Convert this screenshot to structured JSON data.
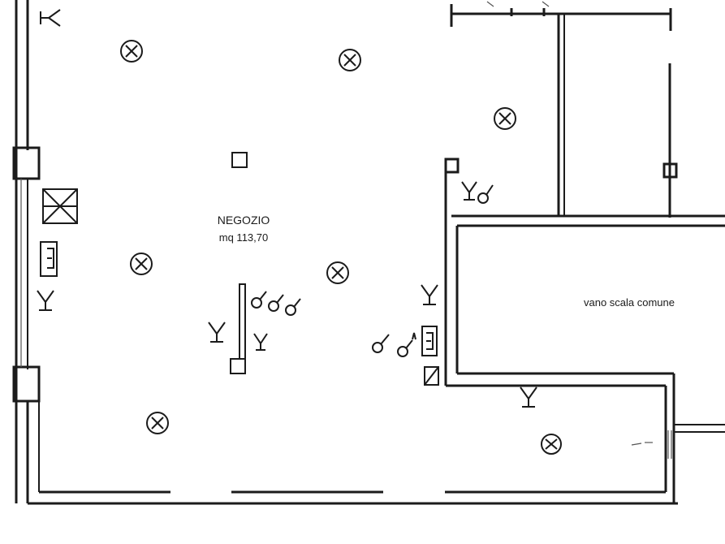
{
  "rooms": {
    "shop_name": "NEGOZIO",
    "shop_area": "mq 113,70",
    "stair_label": "vano scala comune"
  },
  "symbols": {
    "ceiling_light": "ceiling-light-icon",
    "wall_light": "wall-light-icon",
    "socket": "socket-icon",
    "switch": "switch-icon",
    "panel": "electrical-panel-icon",
    "junction_box": "junction-box-icon"
  },
  "colors": {
    "ink": "#1b1b1b",
    "paper": "#ffffff"
  }
}
